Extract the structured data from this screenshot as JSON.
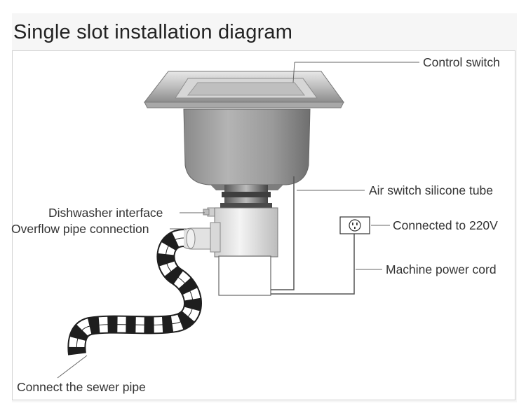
{
  "title": "Single slot installation diagram",
  "labels": {
    "control_switch": "Control switch",
    "air_switch_tube": "Air switch silicone tube",
    "dishwasher_interface": "Dishwasher interface",
    "overflow_pipe": "Overflow pipe connection",
    "connected_220v": "Connected to 220V",
    "power_cord": "Machine power cord",
    "sewer_pipe": "Connect the sewer pipe"
  },
  "colors": {
    "steel_dark": "#6e6e6e",
    "steel_light": "#d9d9d9",
    "line": "#555555",
    "hose_dark": "#1e1e1e"
  }
}
